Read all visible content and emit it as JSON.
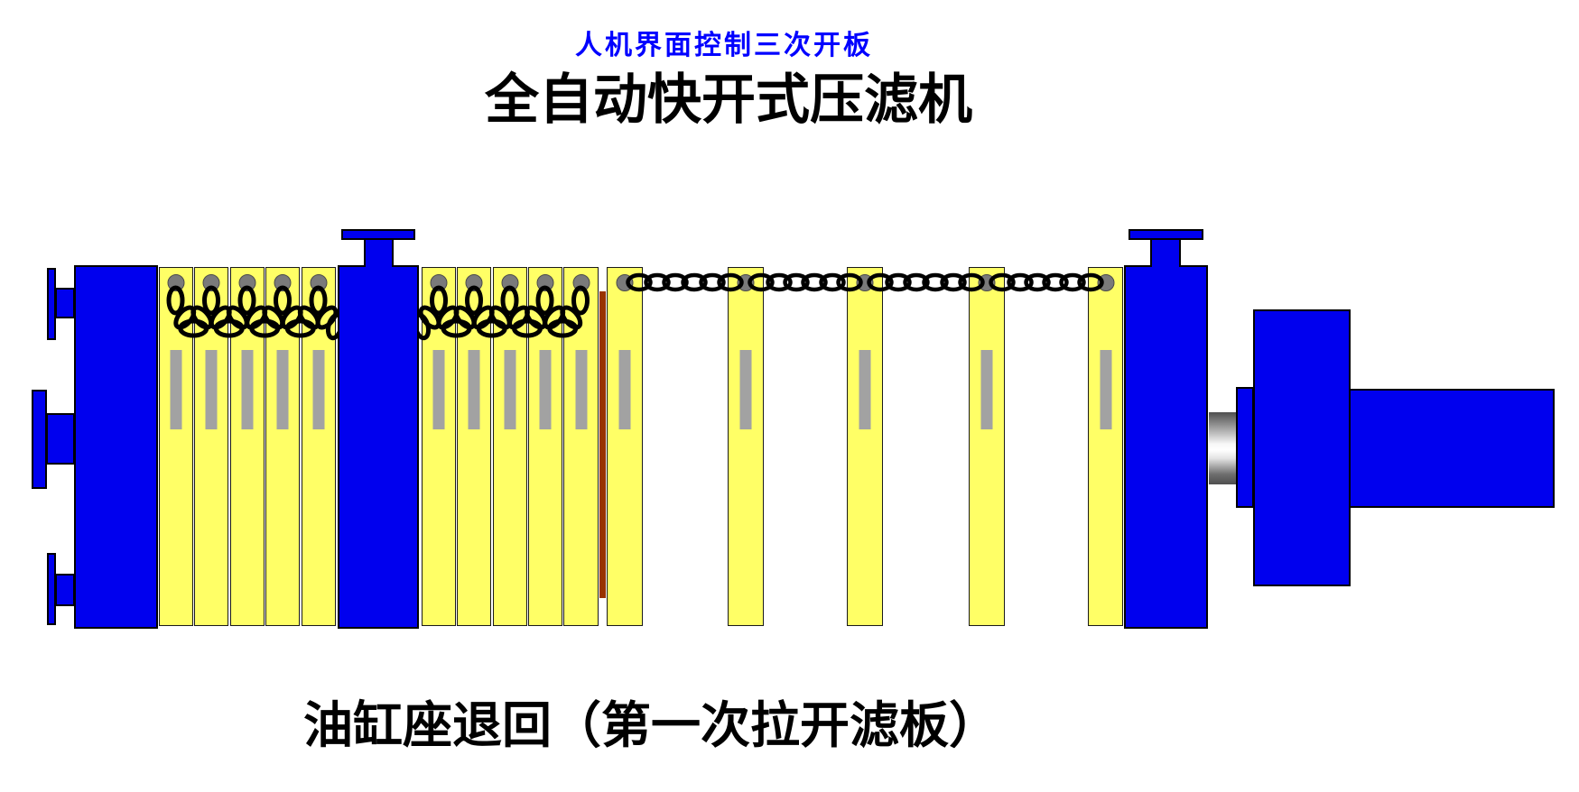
{
  "header": {
    "subtitle": "人机界面控制三次开板",
    "title": "全自动快开式压滤机"
  },
  "status_caption": "油缸座退回（第一次拉开滤板）",
  "colors": {
    "machine_blue": "#0000ee",
    "plate_yellow": "#ffff66",
    "plate_border": "#1a1a1a",
    "pin_gray": "#7a7a7a",
    "handle_gray": "#a2a2a2",
    "membrane_red": "#993300",
    "subtitle_blue": "#0000ff",
    "title_black": "#000000"
  },
  "machine": {
    "fixed_end_port_flange_count": 3,
    "closed_plate_group_counts": [
      5,
      5
    ],
    "separated_plate_count": 5,
    "total_filter_plate_count": 15,
    "chain_runs_between_separated_plates": 4,
    "top_mount_flange_count": 2
  }
}
